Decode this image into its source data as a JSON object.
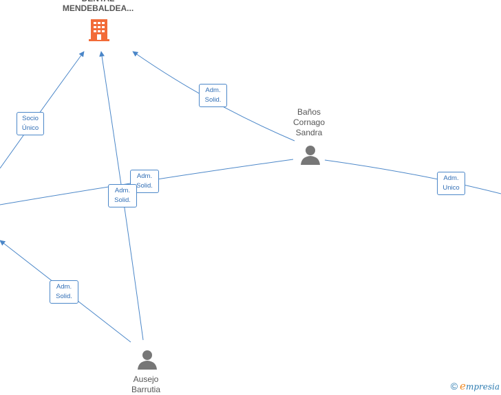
{
  "company": {
    "label": "DENTAL\nMENDEBALDEA...",
    "icon": "building-icon",
    "color": "#f26b38"
  },
  "people": [
    {
      "label": "Baños\nCornago\nSandra",
      "icon": "person-icon"
    },
    {
      "label": "Ausejo\nBarrutia",
      "icon": "person-icon"
    }
  ],
  "edges": [
    {
      "label": "Socio\nÚnico"
    },
    {
      "label": "Adm.\nSolid."
    },
    {
      "label": "Adm.\nSolid."
    },
    {
      "label": "Adm.\nSolid."
    },
    {
      "label": "Adm.\nUnico"
    },
    {
      "label": "Adm.\nSolid."
    }
  ],
  "footer": {
    "copyright": "©",
    "brand": "mpresia",
    "brand_initial": "e"
  },
  "colors": {
    "edge": "#4a86c8",
    "badge_text": "#2f6db5",
    "person": "#777777"
  }
}
